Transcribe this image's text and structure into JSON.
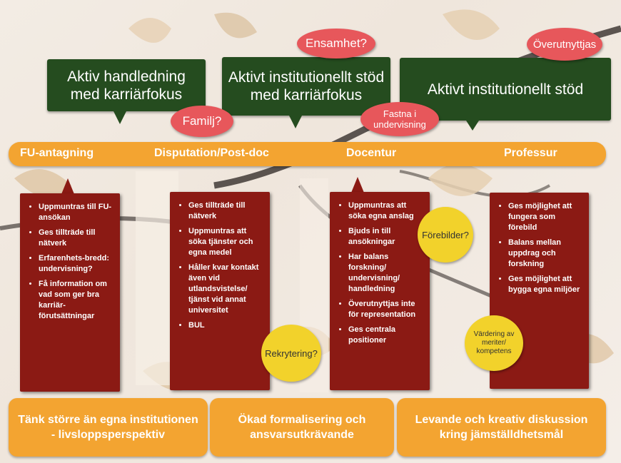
{
  "colors": {
    "green": "#254c1f",
    "orange": "#f3a431",
    "darkred": "#8b1a14",
    "pink": "#e7575b",
    "yellow": "#f2d22b"
  },
  "top_boxes": [
    {
      "line1": "Aktiv handledning",
      "line2": "med karriärfokus"
    },
    {
      "line1": "Aktivt institutionellt stöd",
      "line2": "med karriärfokus"
    },
    {
      "line1": "Aktivt institutionellt stöd"
    }
  ],
  "stages": [
    "FU-antagning",
    "Disputation/Post-doc",
    "Docentur",
    "Professur"
  ],
  "bubbles": {
    "ensamhet": "Ensamhet?",
    "overutnyttjas": "Överutnyttjas",
    "familj": "Familj?",
    "fastna_line1": "Fastna i",
    "fastna_line2": "undervisning",
    "forebilder": "Förebilder?",
    "rekrytering": "Rekrytering?",
    "vardering_line1": "Värdering av",
    "vardering_line2": "meriter/",
    "vardering_line3": "kompetens"
  },
  "columns": [
    {
      "items": [
        "Uppmuntras till FU-ansökan",
        "Ges tillträde till nätverk",
        "Erfarenhets-bredd: undervisning?",
        "Få information om vad som ger bra karriär-förutsättningar"
      ]
    },
    {
      "items": [
        "Ges tillträde till nätverk",
        "Uppmuntras att söka tjänster och egna medel",
        "Håller kvar kontakt även vid utlandsvistelse/ tjänst vid annat universitet",
        "BUL"
      ]
    },
    {
      "items": [
        "Uppmuntras att söka egna anslag",
        "Bjuds in till ansökningar",
        "Har balans forskning/ undervisning/ handledning",
        "Överutnyttjas inte för representation",
        "Ges centrala positioner"
      ]
    },
    {
      "items": [
        "Ges möjlighet att fungera som förebild",
        "Balans mellan uppdrag och forskning",
        "Ges möjlighet att bygga egna miljöer"
      ]
    }
  ],
  "bottom_boxes": [
    {
      "line1": "Tänk större än egna institutionen",
      "line2": "- livsloppsperspektiv"
    },
    {
      "line1": "Ökad formalisering och",
      "line2": "ansvarsutkrävande"
    },
    {
      "line1": "Levande och kreativ diskussion",
      "line2": "kring jämställdhetsmål"
    }
  ]
}
